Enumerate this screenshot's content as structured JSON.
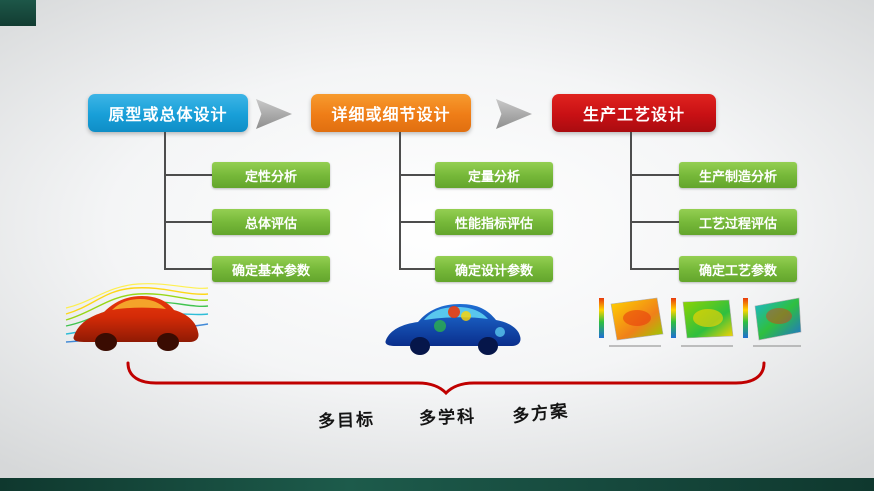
{
  "stages": [
    {
      "label": "原型或总体设计",
      "items": [
        "定性分析",
        "总体评估",
        "确定基本参数"
      ]
    },
    {
      "label": "详细或细节设计",
      "items": [
        "定量分析",
        "性能指标评估",
        "确定设计参数"
      ]
    },
    {
      "label": "生产工艺设计",
      "items": [
        "生产制造分析",
        "工艺过程评估",
        "确定工艺参数"
      ]
    }
  ],
  "bottom_labels": [
    "多目标",
    "多学科",
    "多方案"
  ],
  "icons": {
    "arrow_between_stages": "chevron-right",
    "images": [
      "cfd-streamlines-car",
      "fea-car-body",
      "stamping-panel-simulations"
    ]
  },
  "colors": {
    "stage_blue": "#189fd8",
    "stage_orange": "#ef7d17",
    "stage_red": "#c81014",
    "item_green": "#77b93a",
    "brace_red": "#c00000",
    "accent_dark_teal": "#123c32"
  }
}
